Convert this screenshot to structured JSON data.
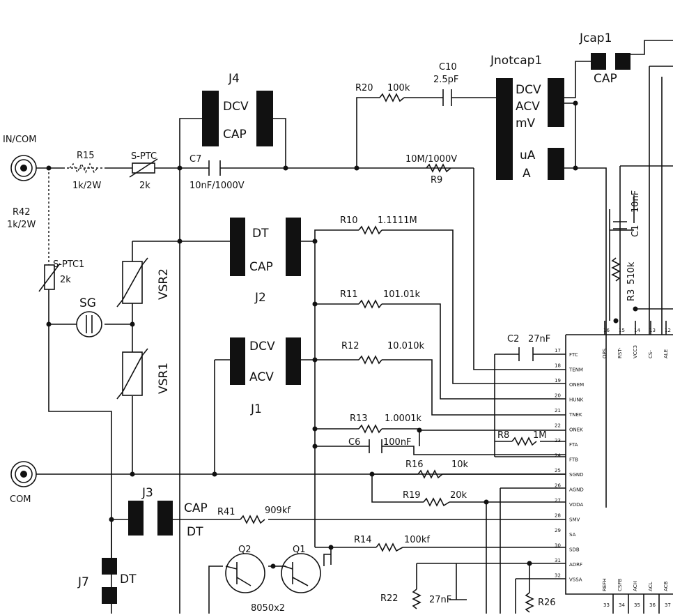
{
  "labels": {
    "in_com": "IN/COM",
    "com": "COM",
    "r15": "R15",
    "r15_val": "1k/2W",
    "sptc": "S-PTC",
    "sptc_val": "2k",
    "c7": "C7",
    "c7_val": "10nF/1000V",
    "r42": "R42",
    "r42_val": "1k/2W",
    "sptc1": "S-PTC1",
    "sptc1_val": "2k",
    "sg": "SG",
    "vsr2": "VSR2",
    "vsr1": "VSR1",
    "j4": "J4",
    "j4_a": "DCV",
    "j4_b": "CAP",
    "j2": "J2",
    "j2_a": "DT",
    "j2_b": "CAP",
    "j1": "J1",
    "j1_a": "DCV",
    "j1_b": "ACV",
    "j3": "J3",
    "j3_a": "CAP",
    "j3_b": "DT",
    "j7": "J7",
    "j7_a": "DT",
    "jnotcap1": "Jnotcap1",
    "jn_a": "DCV",
    "jn_b": "ACV",
    "jn_c": "mV",
    "jn_d": "uA",
    "jn_e": "A",
    "jcap1": "Jcap1",
    "jcap1_a": "CAP",
    "r20": "R20",
    "r20_val": "100k",
    "c10": "C10",
    "c10_val": "2.5pF",
    "r9": "R9",
    "r9_val": "10M/1000V",
    "r10": "R10",
    "r10_val": "1.1111M",
    "r11": "R11",
    "r11_val": "101.01k",
    "r12": "R12",
    "r12_val": "10.010k",
    "r13": "R13",
    "r13_val": "1.0001k",
    "c6": "C6",
    "c6_val": "100nF",
    "c2": "C2",
    "c2_val": "27nF",
    "r8": "R8",
    "r8_val": "1M",
    "r16": "R16",
    "r16_val": "10k",
    "r19": "R19",
    "r19_val": "20k",
    "r41": "R41",
    "r41_val": "909kf",
    "r14": "R14",
    "r14_val": "100kf",
    "r22": "R22",
    "c27": "27nF",
    "r26": "R26",
    "q1": "Q1",
    "q2": "Q2",
    "q_val": "8050x2",
    "c1": "C1",
    "c1_val": "10nF",
    "r3": "R3",
    "r3_val": "510k"
  },
  "ic_left_pins": [
    {
      "num": "17",
      "name": "FTC"
    },
    {
      "num": "18",
      "name": "TENM"
    },
    {
      "num": "19",
      "name": "ONEM"
    },
    {
      "num": "20",
      "name": "HUNK"
    },
    {
      "num": "21",
      "name": "TNEK"
    },
    {
      "num": "22",
      "name": "ONEK"
    },
    {
      "num": "23",
      "name": "FTA"
    },
    {
      "num": "24",
      "name": "FTB"
    },
    {
      "num": "25",
      "name": "SGND"
    },
    {
      "num": "26",
      "name": "AGND"
    },
    {
      "num": "27",
      "name": "VDDA"
    },
    {
      "num": "28",
      "name": "SMV"
    },
    {
      "num": "29",
      "name": "SA"
    },
    {
      "num": "30",
      "name": "SDB"
    },
    {
      "num": "31",
      "name": "ADRF"
    },
    {
      "num": "32",
      "name": "VSSA"
    }
  ],
  "ic_top_pins": [
    {
      "num": "16",
      "name": "OPS"
    },
    {
      "num": "15",
      "name": "RST-"
    },
    {
      "num": "14",
      "name": "VCC3"
    },
    {
      "num": "13",
      "name": "CS-"
    },
    {
      "num": "12",
      "name": "ALE"
    }
  ],
  "ic_bottom_pins": [
    {
      "num": "33",
      "name": "REFH"
    },
    {
      "num": "34",
      "name": "CSFB"
    },
    {
      "num": "35",
      "name": "ACH"
    },
    {
      "num": "36",
      "name": "ACL"
    },
    {
      "num": "37",
      "name": "ACB"
    }
  ]
}
